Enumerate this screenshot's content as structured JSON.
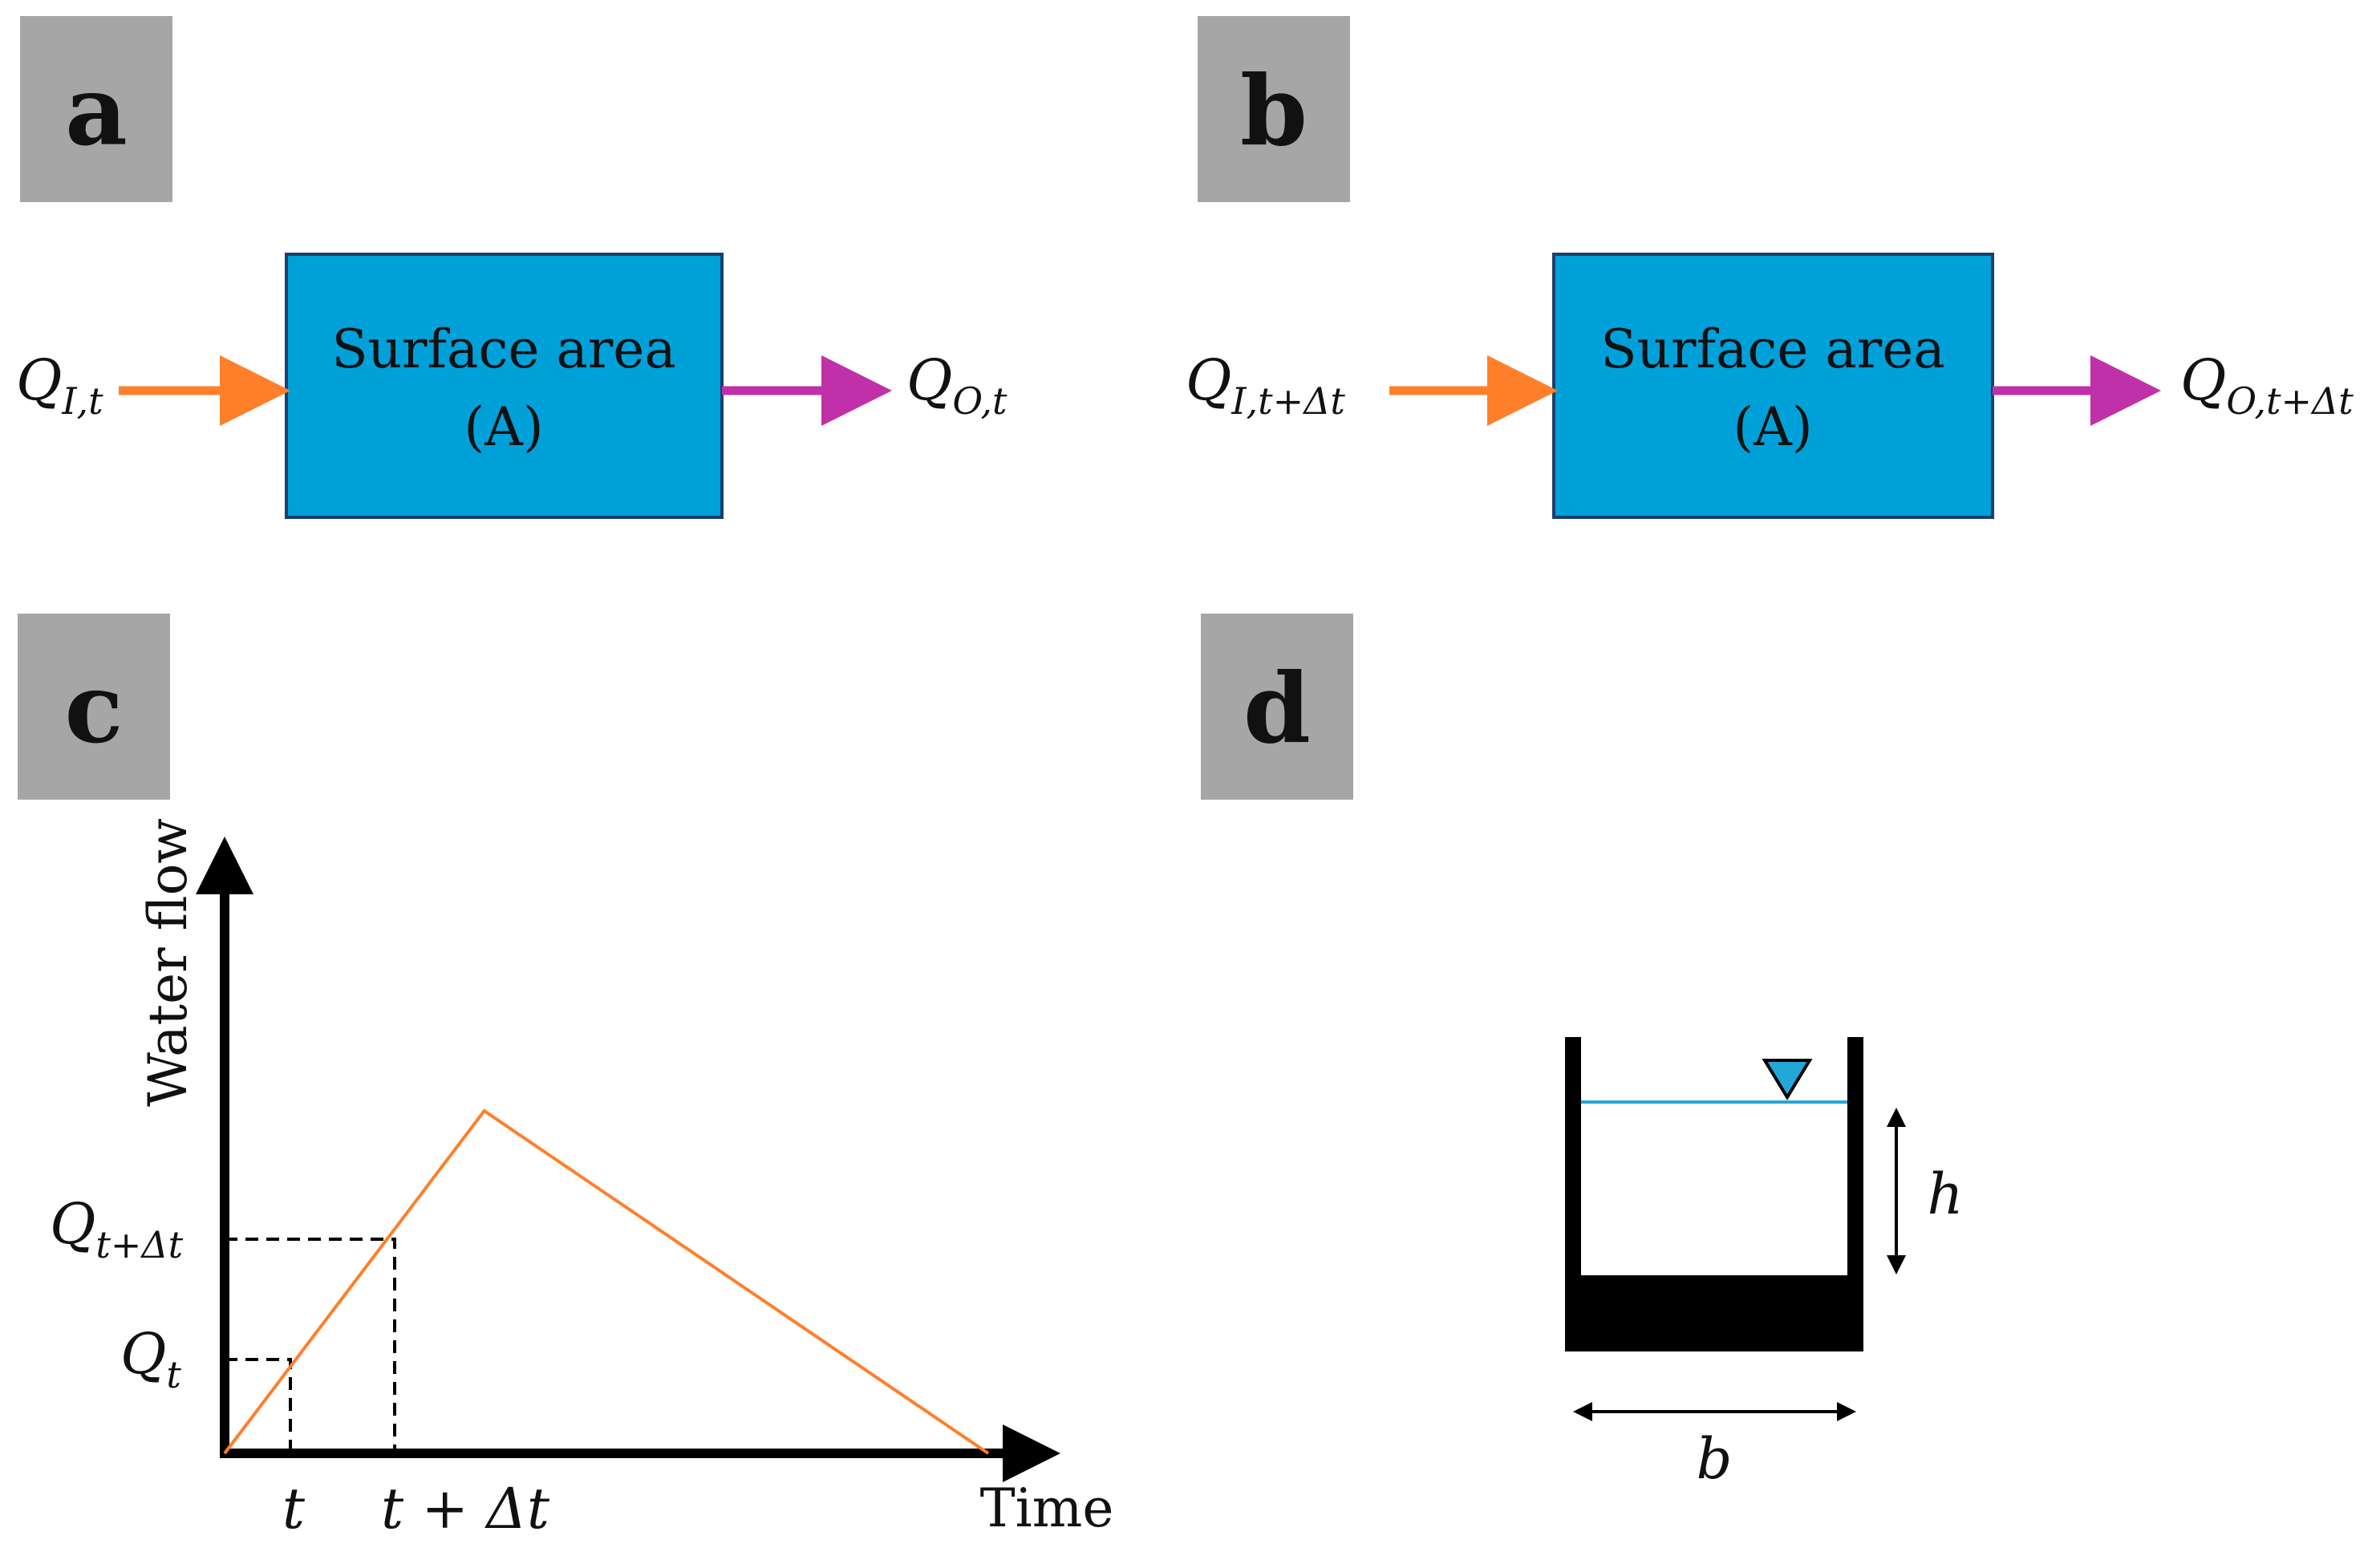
{
  "panels": {
    "a": {
      "letter": "a",
      "box_line1": "Surface area",
      "box_line2": "(A)",
      "inflow_symbol": "Q",
      "inflow_sub": "I,t",
      "outflow_symbol": "Q",
      "outflow_sub": "O,t"
    },
    "b": {
      "letter": "b",
      "box_line1": "Surface area",
      "box_line2": "(A)",
      "inflow_symbol": "Q",
      "inflow_sub": "I,t+Δt",
      "outflow_symbol": "Q",
      "outflow_sub": "O,t+Δt"
    },
    "c": {
      "letter": "c",
      "y_axis_label": "Water flow",
      "x_axis_label": "Time",
      "q_t_symbol": "Q",
      "q_t_sub": "t",
      "q_tdt_symbol": "Q",
      "q_tdt_sub": "t+Δt",
      "t_tick": "t",
      "tdt_tick": "t + Δt"
    },
    "d": {
      "letter": "d",
      "height_label": "h",
      "width_label": "b"
    }
  },
  "colors": {
    "box_fill": "#00A0D8",
    "box_stroke": "#1C3E6E",
    "inflow_arrow": "#FF7F2A",
    "outflow_arrow": "#C030A8",
    "hydrograph": "#FF7F2A",
    "water_line": "#22A8D8",
    "panel_tag_bg": "#A6A6A6"
  },
  "chart_data": {
    "type": "line",
    "title": "",
    "xlabel": "Time",
    "ylabel": "Water flow",
    "series": [
      {
        "x": [
          0,
          0.34,
          1.0
        ],
        "y": [
          0,
          1.0,
          0
        ]
      }
    ],
    "markers": {
      "t": {
        "x": 0.091,
        "y": 0.267
      },
      "t_plus_dt": {
        "x": 0.225,
        "y": 0.662
      }
    }
  }
}
